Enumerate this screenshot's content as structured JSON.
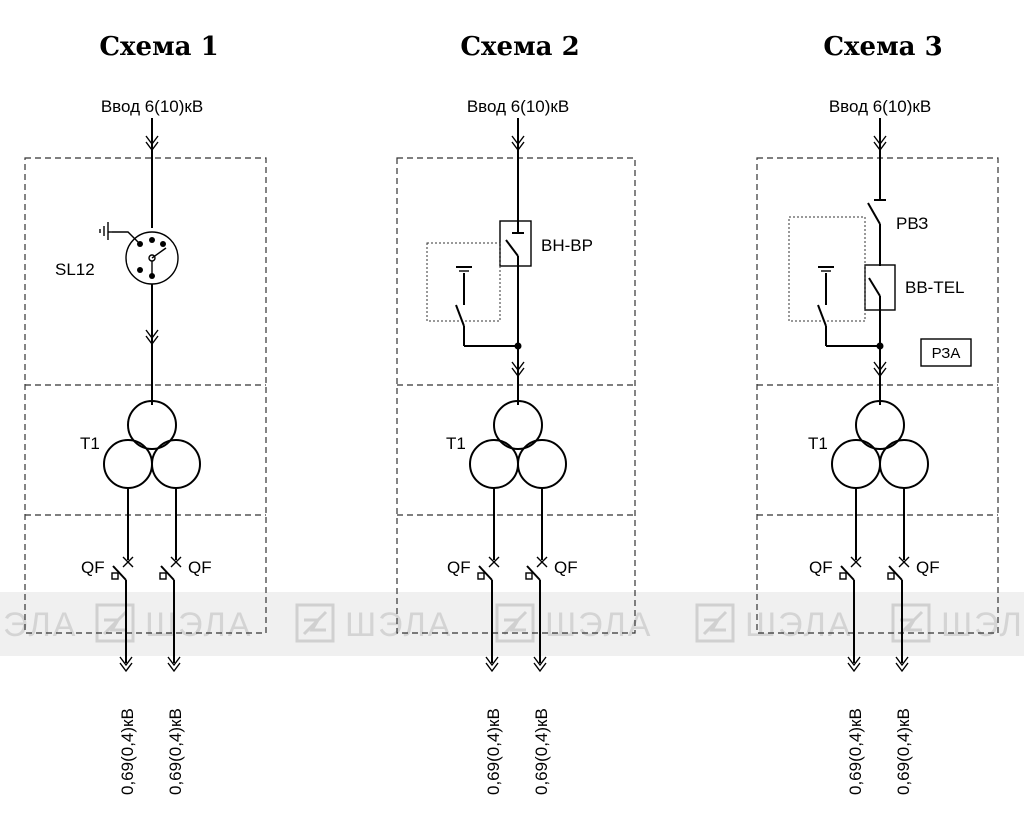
{
  "watermark": {
    "text": "ШЭЛА",
    "icon": "shela-logo-icon"
  },
  "schemes": [
    {
      "title": "Схема 1",
      "input": "Ввод 6(10)кВ",
      "switch": "SL12",
      "transformer": "T1",
      "breaker_left": "QF",
      "breaker_right": "QF",
      "output_left": "0,69(0,4)кВ",
      "output_right": "0,69(0,4)кВ"
    },
    {
      "title": "Схема 2",
      "input": "Ввод 6(10)кВ",
      "switch": "ВН-ВР",
      "transformer": "T1",
      "breaker_left": "QF",
      "breaker_right": "QF",
      "output_left": "0,69(0,4)кВ",
      "output_right": "0,69(0,4)кВ"
    },
    {
      "title": "Схема 3",
      "input": "Ввод 6(10)кВ",
      "disconnector": "РВЗ",
      "switch": "ВВ-TEL",
      "relay": "РЗА",
      "transformer": "T1",
      "breaker_left": "QF",
      "breaker_right": "QF",
      "output_left": "0,69(0,4)кВ",
      "output_right": "0,69(0,4)кВ"
    }
  ]
}
